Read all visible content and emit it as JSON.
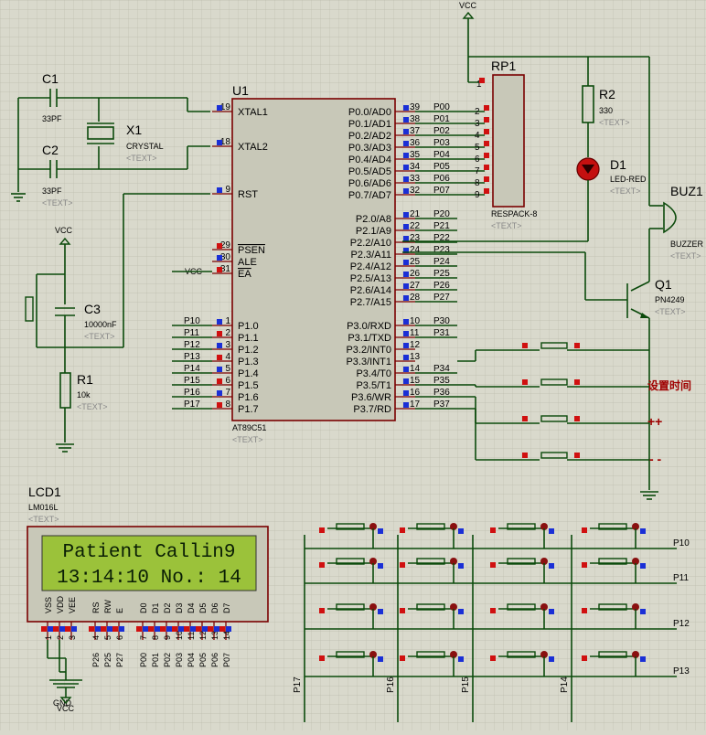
{
  "vcc_top": "VCC",
  "text_placeholder": "<TEXT>",
  "rp1": {
    "ref": "RP1",
    "value": "RESPACK-8",
    "pins": [
      "1",
      "2",
      "3",
      "4",
      "5",
      "6",
      "7",
      "8",
      "9"
    ]
  },
  "u1": {
    "ref": "U1",
    "part": "AT89C51",
    "left_pins": [
      {
        "num": "19",
        "name": "XTAL1"
      },
      {
        "num": "18",
        "name": "XTAL2"
      },
      {
        "num": "9",
        "name": "RST"
      },
      {
        "num": "29",
        "name": "PSEN"
      },
      {
        "num": "30",
        "name": "ALE"
      },
      {
        "num": "31",
        "name": "EA"
      },
      {
        "num": "1",
        "name": "P1.0",
        "net": "P10"
      },
      {
        "num": "2",
        "name": "P1.1",
        "net": "P11"
      },
      {
        "num": "3",
        "name": "P1.2",
        "net": "P12"
      },
      {
        "num": "4",
        "name": "P1.3",
        "net": "P13"
      },
      {
        "num": "5",
        "name": "P1.4",
        "net": "P14"
      },
      {
        "num": "6",
        "name": "P1.5",
        "net": "P15"
      },
      {
        "num": "7",
        "name": "P1.6",
        "net": "P16"
      },
      {
        "num": "8",
        "name": "P1.7",
        "net": "P17"
      }
    ],
    "right_pins": [
      {
        "num": "39",
        "name": "P0.0/AD0",
        "net": "P00",
        "rp": "2"
      },
      {
        "num": "38",
        "name": "P0.1/AD1",
        "net": "P01",
        "rp": "3"
      },
      {
        "num": "37",
        "name": "P0.2/AD2",
        "net": "P02",
        "rp": "4"
      },
      {
        "num": "36",
        "name": "P0.3/AD3",
        "net": "P03",
        "rp": "5"
      },
      {
        "num": "35",
        "name": "P0.4/AD4",
        "net": "P04",
        "rp": "6"
      },
      {
        "num": "34",
        "name": "P0.5/AD5",
        "net": "P05",
        "rp": "7"
      },
      {
        "num": "33",
        "name": "P0.6/AD6",
        "net": "P06",
        "rp": "8"
      },
      {
        "num": "32",
        "name": "P0.7/AD7",
        "net": "P07",
        "rp": "9"
      },
      {
        "num": "21",
        "name": "P2.0/A8",
        "net": "P20"
      },
      {
        "num": "22",
        "name": "P2.1/A9",
        "net": "P21"
      },
      {
        "num": "23",
        "name": "P2.2/A10",
        "net": "P22"
      },
      {
        "num": "24",
        "name": "P2.3/A11",
        "net": "P23"
      },
      {
        "num": "25",
        "name": "P2.4/A12",
        "net": "P24"
      },
      {
        "num": "26",
        "name": "P2.5/A13",
        "net": "P25"
      },
      {
        "num": "27",
        "name": "P2.6/A14",
        "net": "P26"
      },
      {
        "num": "28",
        "name": "P2.7/A15",
        "net": "P27"
      },
      {
        "num": "10",
        "name": "P3.0/RXD",
        "net": "P30"
      },
      {
        "num": "11",
        "name": "P3.1/TXD",
        "net": "P31"
      },
      {
        "num": "12",
        "name": "P3.2/INT0",
        "net": ""
      },
      {
        "num": "13",
        "name": "P3.3/INT1",
        "net": ""
      },
      {
        "num": "14",
        "name": "P3.4/T0",
        "net": "P34"
      },
      {
        "num": "15",
        "name": "P3.5/T1",
        "net": "P35"
      },
      {
        "num": "16",
        "name": "P3.6/WR",
        "net": "P36"
      },
      {
        "num": "17",
        "name": "P3.7/RD",
        "net": "P37"
      }
    ],
    "vcc_label": "VCC"
  },
  "c1": {
    "ref": "C1",
    "value": "33PF"
  },
  "c2": {
    "ref": "C2",
    "value": "33PF"
  },
  "x1": {
    "ref": "X1",
    "value": "CRYSTAL"
  },
  "c3": {
    "ref": "C3",
    "value": "10000nF"
  },
  "r1": {
    "ref": "R1",
    "value": "10k"
  },
  "r2": {
    "ref": "R2",
    "value": "330"
  },
  "d1": {
    "ref": "D1",
    "value": "LED-RED"
  },
  "buz1": {
    "ref": "BUZ1",
    "value": "BUZZER"
  },
  "q1": {
    "ref": "Q1",
    "value": "PN4249"
  },
  "vcc_rst": "VCC",
  "button_labels": {
    "set_time": "设置时间",
    "plus": "++",
    "minus": "- -"
  },
  "lcd": {
    "ref": "LCD1",
    "part": "LM016L",
    "line1": "Patient Callin9",
    "line2": "13:14:10 No.: 14",
    "pin_names": [
      "VSS",
      "VDD",
      "VEE",
      "RS",
      "RW",
      "E",
      "D0",
      "D1",
      "D2",
      "D3",
      "D4",
      "D5",
      "D6",
      "D7"
    ],
    "pin_nums": [
      "1",
      "2",
      "3",
      "4",
      "5",
      "6",
      "7",
      "8",
      "9",
      "10",
      "11",
      "12",
      "13",
      "14"
    ],
    "pin_nets": [
      "",
      "",
      "",
      "P26",
      "P25",
      "P27",
      "P00",
      "P01",
      "P02",
      "P03",
      "P04",
      "P05",
      "P06",
      "P07"
    ],
    "gnd": "GND",
    "vcc": "VCC"
  },
  "keypad": {
    "rows": [
      "P10",
      "P11",
      "P12",
      "P13"
    ],
    "cols": [
      "P17",
      "P16",
      "P15",
      "P14"
    ]
  }
}
